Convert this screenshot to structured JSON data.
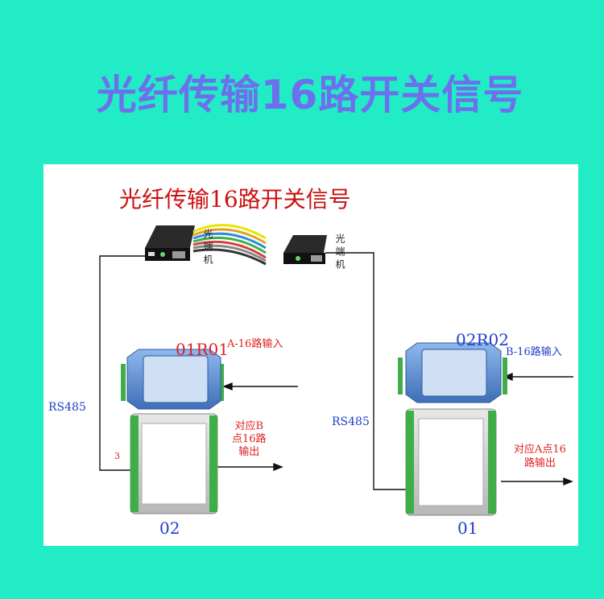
{
  "banner_title": "光纤传输16路开关信号",
  "diagram": {
    "title": "光纤传输16路开关信号",
    "converter_left_label": "光端机",
    "converter_right_label": "光端机",
    "left_station": {
      "module_label": "01R01",
      "input_note": "A-16路输入",
      "link_label": "RS485",
      "output_note_line1": "对应B",
      "output_note_line2": "点16路",
      "output_note_line3": "输出",
      "marker": "3",
      "address": "02"
    },
    "right_station": {
      "module_label": "02R02",
      "input_note": "B-16路输入",
      "link_label": "RS485",
      "output_note_line1": "对应A点16",
      "output_note_line2": "路输出",
      "address": "01"
    },
    "colors": {
      "banner_text": "#6d70ec",
      "background": "#22ecc6",
      "module_blue": "#5b8fd0",
      "terminal_green": "#3fae49",
      "label_red": "#e02020",
      "label_blue": "#1f3ec9"
    }
  }
}
